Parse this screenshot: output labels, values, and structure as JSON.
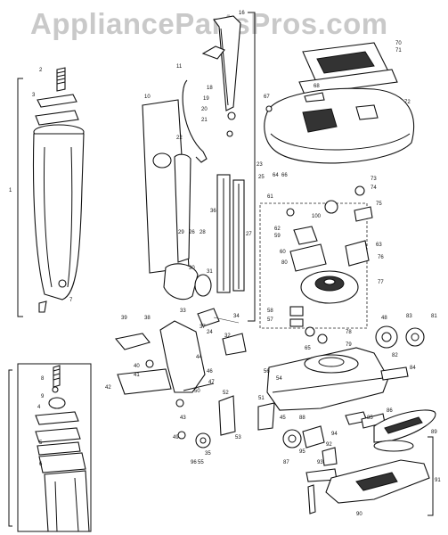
{
  "watermark": {
    "text": "AppliancePartsPros.com"
  },
  "callouts": [
    {
      "id": "c1",
      "text": "1"
    },
    {
      "id": "c2",
      "text": "2"
    },
    {
      "id": "c3",
      "text": "3"
    },
    {
      "id": "c4",
      "text": "4"
    },
    {
      "id": "c5",
      "text": "5"
    },
    {
      "id": "c6",
      "text": "6"
    },
    {
      "id": "c7",
      "text": "7"
    },
    {
      "id": "c8",
      "text": "8"
    },
    {
      "id": "c9",
      "text": "9"
    },
    {
      "id": "c10",
      "text": "10"
    },
    {
      "id": "c11",
      "text": "11"
    },
    {
      "id": "c16",
      "text": "16"
    },
    {
      "id": "c18",
      "text": "18"
    },
    {
      "id": "c19",
      "text": "19"
    },
    {
      "id": "c20",
      "text": "20"
    },
    {
      "id": "c21",
      "text": "21"
    },
    {
      "id": "c22",
      "text": "22"
    },
    {
      "id": "c23",
      "text": "23"
    },
    {
      "id": "c24",
      "text": "24"
    },
    {
      "id": "c25",
      "text": "25"
    },
    {
      "id": "c26",
      "text": "26"
    },
    {
      "id": "c27",
      "text": "27"
    },
    {
      "id": "c28",
      "text": "28"
    },
    {
      "id": "c29",
      "text": "29"
    },
    {
      "id": "c30",
      "text": "30"
    },
    {
      "id": "c31",
      "text": "31"
    },
    {
      "id": "c32",
      "text": "32"
    },
    {
      "id": "c33",
      "text": "33"
    },
    {
      "id": "c34",
      "text": "34"
    },
    {
      "id": "c35",
      "text": "35"
    },
    {
      "id": "c36",
      "text": "36"
    },
    {
      "id": "c37",
      "text": "37"
    },
    {
      "id": "c38",
      "text": "38"
    },
    {
      "id": "c39",
      "text": "39"
    },
    {
      "id": "c40",
      "text": "40"
    },
    {
      "id": "c41",
      "text": "41"
    },
    {
      "id": "c42",
      "text": "42"
    },
    {
      "id": "c43",
      "text": "43"
    },
    {
      "id": "c44",
      "text": "44"
    },
    {
      "id": "c45",
      "text": "45"
    },
    {
      "id": "c46",
      "text": "46"
    },
    {
      "id": "c47",
      "text": "47"
    },
    {
      "id": "c48",
      "text": "48"
    },
    {
      "id": "c49",
      "text": "49"
    },
    {
      "id": "c50",
      "text": "50"
    },
    {
      "id": "c51",
      "text": "51"
    },
    {
      "id": "c52",
      "text": "52"
    },
    {
      "id": "c53",
      "text": "53"
    },
    {
      "id": "c54",
      "text": "54"
    },
    {
      "id": "c55",
      "text": "55"
    },
    {
      "id": "c56",
      "text": "56"
    },
    {
      "id": "c57",
      "text": "57"
    },
    {
      "id": "c58",
      "text": "58"
    },
    {
      "id": "c59",
      "text": "59"
    },
    {
      "id": "c60",
      "text": "60"
    },
    {
      "id": "c61",
      "text": "61"
    },
    {
      "id": "c62",
      "text": "62"
    },
    {
      "id": "c63",
      "text": "63"
    },
    {
      "id": "c64",
      "text": "64"
    },
    {
      "id": "c65",
      "text": "65"
    },
    {
      "id": "c66",
      "text": "66"
    },
    {
      "id": "c67",
      "text": "67"
    },
    {
      "id": "c68",
      "text": "68"
    },
    {
      "id": "c70",
      "text": "70"
    },
    {
      "id": "c71",
      "text": "71"
    },
    {
      "id": "c72",
      "text": "72"
    },
    {
      "id": "c73",
      "text": "73"
    },
    {
      "id": "c74",
      "text": "74"
    },
    {
      "id": "c75",
      "text": "75"
    },
    {
      "id": "c76",
      "text": "76"
    },
    {
      "id": "c77",
      "text": "77"
    },
    {
      "id": "c78",
      "text": "78"
    },
    {
      "id": "c79",
      "text": "79"
    },
    {
      "id": "c80",
      "text": "80"
    },
    {
      "id": "c81",
      "text": "81"
    },
    {
      "id": "c82",
      "text": "82"
    },
    {
      "id": "c83",
      "text": "83"
    },
    {
      "id": "c84",
      "text": "84"
    },
    {
      "id": "c85",
      "text": "85"
    },
    {
      "id": "c86",
      "text": "86"
    },
    {
      "id": "c87",
      "text": "87"
    },
    {
      "id": "c88",
      "text": "88"
    },
    {
      "id": "c89",
      "text": "89"
    },
    {
      "id": "c90",
      "text": "90"
    },
    {
      "id": "c91",
      "text": "91"
    },
    {
      "id": "c92",
      "text": "92"
    },
    {
      "id": "c93",
      "text": "93"
    },
    {
      "id": "c94",
      "text": "94"
    },
    {
      "id": "c95",
      "text": "95"
    },
    {
      "id": "c96",
      "text": "96"
    },
    {
      "id": "c100",
      "text": "100"
    }
  ]
}
